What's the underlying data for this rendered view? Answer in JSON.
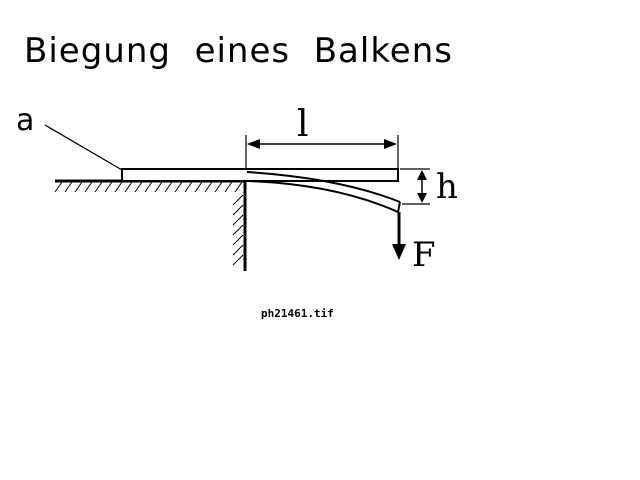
{
  "title": "Biegung  eines  Balkens",
  "labels": {
    "a": "a",
    "l": "l",
    "h": "h",
    "F": "F"
  },
  "caption": "ph21461.tif",
  "colors": {
    "ink": "#000000",
    "background": "#ffffff"
  }
}
